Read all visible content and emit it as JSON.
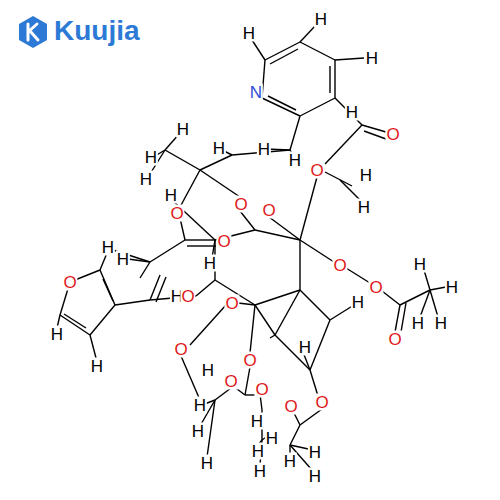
{
  "diagram": {
    "labels": [
      "Kuujia",
      "H",
      "H",
      "H",
      "N",
      "H",
      "O",
      "O",
      "H",
      "H",
      "H",
      "H",
      "H",
      "H",
      "H",
      "H",
      "O",
      "O",
      "O",
      "H",
      "O",
      "H",
      "O",
      "O",
      "H",
      "H",
      "H",
      "H",
      "O",
      "H",
      "O",
      "H",
      "H",
      "H",
      "H",
      "H",
      "O",
      "O",
      "O",
      "O",
      "H",
      "H",
      "O",
      "O",
      "O",
      "O",
      "H",
      "H",
      "H",
      "H",
      "H",
      "H",
      "H",
      "H",
      "H",
      "H"
    ]
  }
}
